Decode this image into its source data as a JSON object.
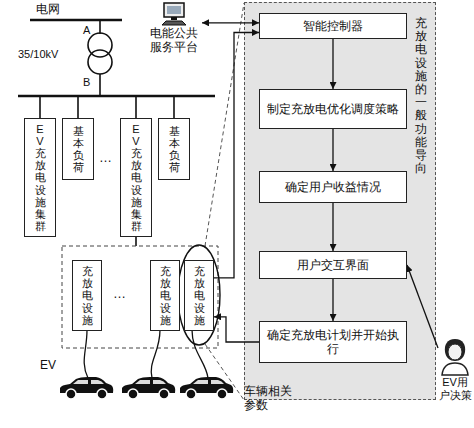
{
  "diagram": {
    "nodes": [
      {
        "text": [
          "电能公共服务平台"
        ]
      },
      {
        "text": [
          "EV充放电设施集群"
        ]
      },
      {
        "text": [
          "基本负荷"
        ]
      },
      {
        "text": [
          "EV充放电设施集群"
        ]
      },
      {
        "text": [
          "基本负荷"
        ]
      },
      {
        "text": [
          "充放电设施"
        ]
      },
      {
        "text": [
          "充放电设施"
        ]
      },
      {
        "text": [
          "充放电设施"
        ]
      },
      {
        "text": [
          "充放电设施的一般功能导向"
        ]
      },
      {
        "text": [
          "智能控制器"
        ],
        "in": 8
      },
      {
        "text": [
          "制定充放电优化调度策略"
        ],
        "in": 8
      },
      {
        "text": [
          "确定用户收益情况"
        ],
        "in": 8
      },
      {
        "text": [
          "用户交互界面"
        ],
        "in": 8
      },
      {
        "text": [
          "确定充放电计划并开始执行"
        ],
        "in": 8
      },
      {
        "text": [
          "EV用户决策"
        ]
      }
    ],
    "edges": [
      {
        "from": 0,
        "to": 9,
        "arrow": "both"
      },
      {
        "from": 9,
        "to": 10,
        "arrow": "to"
      },
      {
        "from": 10,
        "to": 11,
        "arrow": "to"
      },
      {
        "from": 11,
        "to": 12,
        "arrow": "to"
      },
      {
        "from": 12,
        "to": 13,
        "arrow": "to"
      },
      {
        "from": 14,
        "to": 12,
        "arrow": "to"
      },
      {
        "from": 7,
        "to": 9,
        "arrow": "to"
      },
      {
        "from": 13,
        "to": 7,
        "arrow": "to"
      }
    ],
    "labels": [
      "电网",
      "A",
      "B",
      "35/10kV",
      "…",
      "…",
      "EV",
      "车辆相关参数"
    ]
  }
}
